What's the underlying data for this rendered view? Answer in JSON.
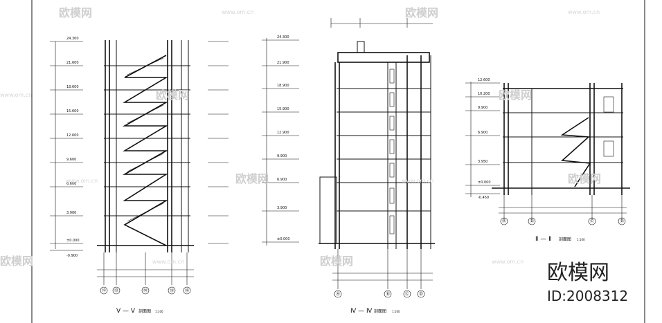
{
  "watermarks": {
    "brand": "欧模网",
    "domain": "www.om.cn"
  },
  "brand_block": {
    "name": "欧模网",
    "id": "ID:2008312"
  },
  "section_v": {
    "title": "V — V",
    "subtitle": "剖面图",
    "scale": "1:100",
    "levels": [
      "24.300",
      "21.600",
      "18.600",
      "15.600",
      "12.600",
      "9.600",
      "6.600",
      "3.900",
      "±0.000",
      "-0.900"
    ],
    "axes": [
      "⑫",
      "⑬",
      "⑭",
      "⑮",
      "⑯"
    ]
  },
  "section_iv": {
    "title": "Ⅳ — Ⅳ",
    "subtitle": "剖面图",
    "scale": "1:100",
    "levels": [
      "24.300",
      "21.900",
      "18.900",
      "15.900",
      "12.900",
      "9.900",
      "6.900",
      "3.900",
      "±0.000"
    ],
    "axes": [
      "Ⓐ",
      "Ⓑ",
      "Ⓒ",
      "Ⓓ"
    ]
  },
  "section_ii": {
    "title": "Ⅱ — Ⅱ",
    "subtitle": "剖面图",
    "scale": "1:100",
    "levels": [
      "12.600",
      "10.200",
      "9.900",
      "6.900",
      "3.950",
      "±0.000",
      "-0.450"
    ],
    "axes": [
      "Ⓐ",
      "Ⓑ",
      "Ⓒ",
      "Ⓓ"
    ]
  }
}
